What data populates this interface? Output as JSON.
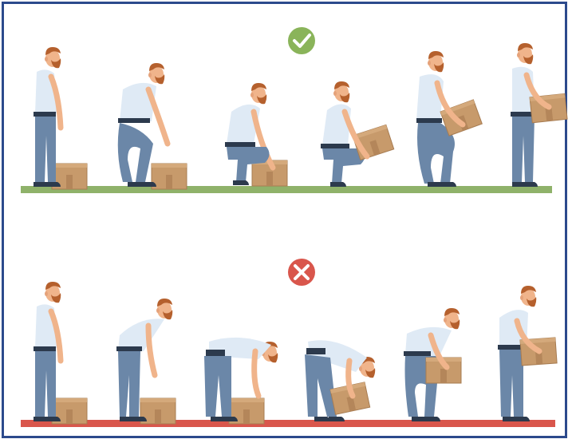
{
  "caption_top": "",
  "colors": {
    "frame_border": "#2c4a8c",
    "correct_ground": "#8fb26a",
    "correct_icon": "#8ab45a",
    "incorrect_ground": "#d9564c",
    "incorrect_icon": "#d9564c",
    "shirt": "#dfeaf5",
    "jeans": "#6b87a8",
    "skin": "#f0b48b",
    "hair_beard": "#b5602d",
    "box": "#c79a6b"
  },
  "rows": [
    {
      "status": "correct",
      "icon": "check-icon",
      "figure_count": 6
    },
    {
      "status": "incorrect",
      "icon": "cross-icon",
      "figure_count": 6
    }
  ]
}
